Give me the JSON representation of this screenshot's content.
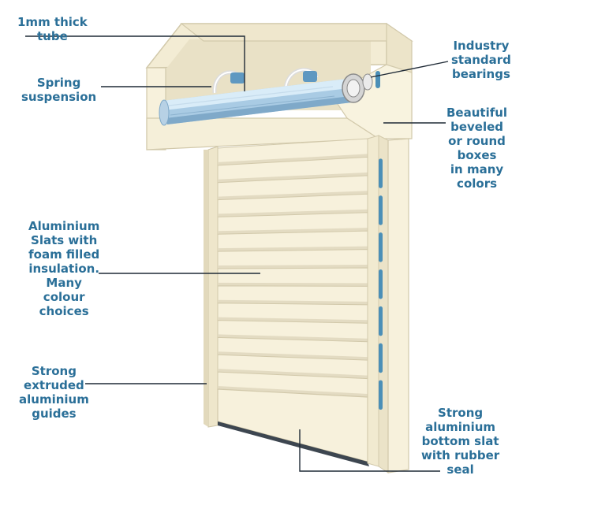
{
  "diagram": {
    "labels": {
      "tube": "1mm thick\ntube",
      "spring": "Spring\nsuspension",
      "bearings": "Industry\nstandard\nbearings",
      "boxes": "Beautiful\nbeveled\nor round\nboxes\nin many\ncolors",
      "slats": "Aluminium\nSlats with\nfoam filled\ninsulation.\nMany\ncolour\nchoices",
      "guides": "Strong\nextruded\naluminium\nguides",
      "bottom": "Strong\naluminium\nbottom slat\nwith rubber\nseal"
    },
    "colors": {
      "label_text": "#2a6f98",
      "leader_line": "#1f2a36",
      "cream": "#f7f1dc",
      "cream_shadow": "#e3dbc2",
      "outline": "#d2c9ab",
      "tube_blue": "#9fc3df",
      "clip_blue": "#4b8fb7"
    },
    "slat_count": 14
  }
}
